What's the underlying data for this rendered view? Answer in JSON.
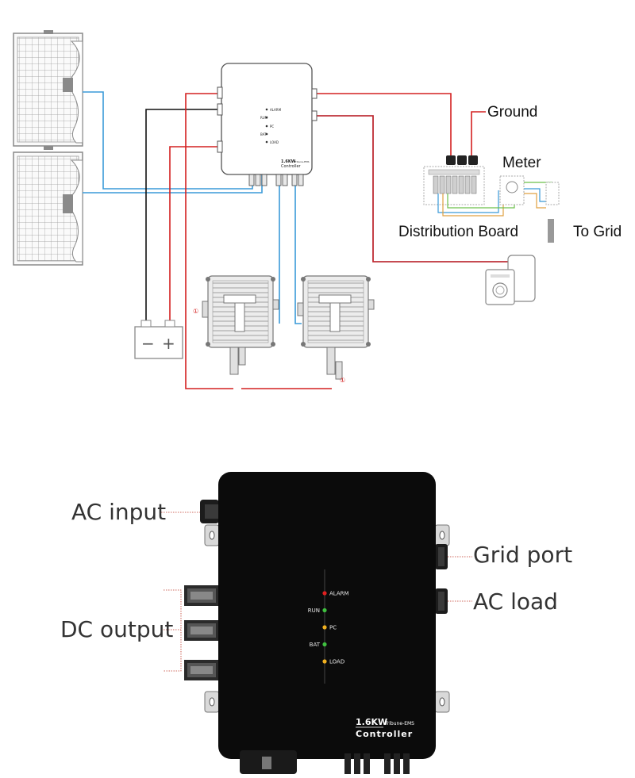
{
  "wiring_diagram": {
    "labels": {
      "ground": "Ground",
      "meter": "Meter",
      "distribution_board": "Distribution Board",
      "to_grid": "To Grid"
    },
    "battery_symbols": {
      "minus": "−",
      "plus": "+"
    },
    "markers": {
      "left": "①",
      "right": "①"
    },
    "mini_controller": {
      "brand": "1.6KW",
      "sub": "Tribune-EMS",
      "name": "Controller",
      "led_labels": [
        "ALARM",
        "RUN",
        "PC",
        "BAT",
        "LOAD"
      ]
    }
  },
  "controller_detail": {
    "labels": {
      "ac_input": "AC input",
      "dc_output": "DC output",
      "grid_port": "Grid port",
      "ac_load": "AC load"
    },
    "leds": [
      {
        "label": "ALARM",
        "color": "#e02020",
        "side": "right"
      },
      {
        "label": "RUN",
        "color": "#3fbf3f",
        "side": "left"
      },
      {
        "label": "PC",
        "color": "#f0b020",
        "side": "right"
      },
      {
        "label": "BAT",
        "color": "#3fbf3f",
        "side": "left"
      },
      {
        "label": "LOAD",
        "color": "#f0b020",
        "side": "right"
      }
    ],
    "brand": {
      "power": "1.6KW",
      "sub": "Tribune-EMS",
      "name": "Controller"
    }
  },
  "colors": {
    "red_wire": "#d42020",
    "blue_wire": "#3a9ad8",
    "black_wire": "#111111",
    "green_wire": "#6cc04a",
    "orange_wire": "#e0a040",
    "leader_line": "#c0392b",
    "panel_frame": "#9a9a9a",
    "controller_body": "#0b0b0b"
  }
}
